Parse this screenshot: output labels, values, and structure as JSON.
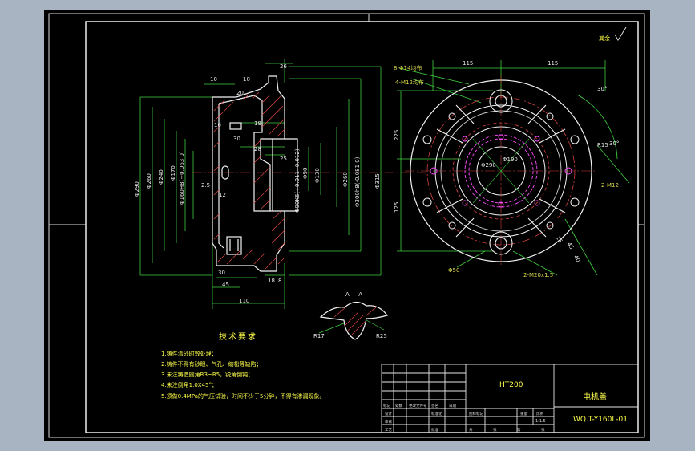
{
  "drawing": {
    "roughness_mark": "其余",
    "section_label": "A — A",
    "tech_req": {
      "title": "技术要求",
      "items": [
        "1.铸件清砂时效处理；",
        "2.铸件不得有砂眼、气孔、缩松等缺陷；",
        "3.未注铸造圆角R3~R5，锐角倒钝；",
        "4.未注倒角1.0X45°；",
        "5.须做0.4MPa的气压试验，时间不少于5分钟，不得有渗漏现象。"
      ]
    },
    "title_block": {
      "material": "HT200",
      "part_name": "电机盖",
      "drawing_no": "WQ.T-Y160L-01",
      "scale": "1:1.5",
      "rev_headers": [
        "标记",
        "处数",
        "更改文件号",
        "签名",
        "日期"
      ],
      "roles": [
        "设计",
        "审核",
        "工艺"
      ],
      "roles_right": [
        "标准化",
        "",
        "批准"
      ],
      "stage_headers": [
        "图样标记",
        "重量",
        "比例"
      ],
      "sheet": [
        "共",
        "张",
        "第",
        "张"
      ]
    },
    "dims_left": {
      "top": [
        "26",
        "10",
        "20",
        "10"
      ],
      "mid": [
        "10",
        "30",
        "19",
        "28",
        "25",
        "12",
        "2.5"
      ],
      "bottom": [
        "30",
        "45",
        "110",
        "18",
        "8"
      ],
      "diameters_left": [
        "Φ290",
        "Φ260",
        "Φ240",
        "Φ170",
        "Φ160H8(+0.063 0)"
      ],
      "diameters_right": [
        "Φ90",
        "Φ130",
        "Φ90K6(+0.011 -0.012)",
        "Φ260",
        "Φ300h8(-0.081 0)",
        "Φ315"
      ]
    },
    "dims_right": {
      "top": [
        "115",
        "115"
      ],
      "left": [
        "225",
        "125"
      ],
      "callouts": [
        "8-Φ14均布",
        "4-M12均布",
        "2-M12",
        "2-M20x1.5",
        "Φ50",
        "Φ290",
        "Φ190"
      ],
      "angles": [
        "30°",
        "30°",
        "R15"
      ],
      "small": [
        "45",
        "15",
        "40"
      ]
    }
  }
}
